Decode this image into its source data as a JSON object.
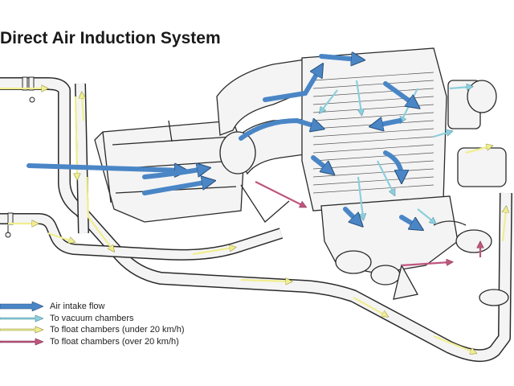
{
  "title": "Direct Air Induction System",
  "colors": {
    "air_intake": "#4a86c6",
    "vacuum": "#8ccfdc",
    "float_under": "#f0ee90",
    "float_over": "#c0567e",
    "outline": "#2a2a2a",
    "fill": "#f4f4f4"
  },
  "legend": [
    {
      "label": "Air intake flow",
      "color_key": "air_intake",
      "style": "thick"
    },
    {
      "label": "To vacuum chambers",
      "color_key": "vacuum",
      "style": "thin"
    },
    {
      "label": "To float chambers (under 20 km/h)",
      "color_key": "float_under",
      "style": "thin"
    },
    {
      "label": "To float chambers (over 20 km/h)",
      "color_key": "float_over",
      "style": "thin"
    }
  ]
}
